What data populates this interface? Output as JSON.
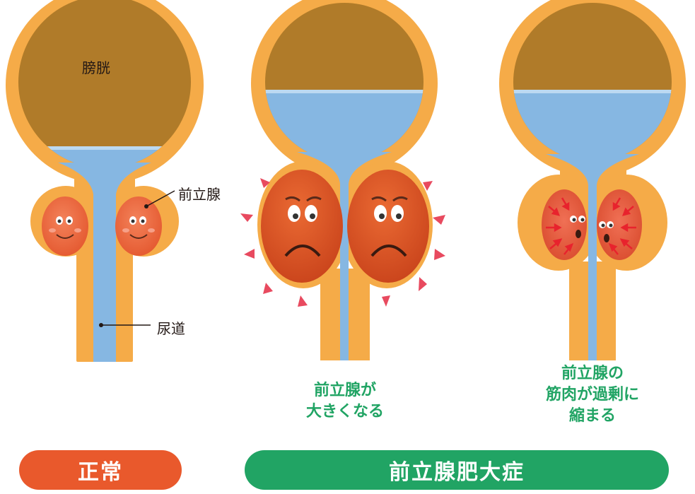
{
  "labels": {
    "bladder": "膀胱",
    "prostate": "前立腺",
    "urethra": "尿道"
  },
  "captions": {
    "enlarged": [
      "前立腺が",
      "大きくなる"
    ],
    "muscle": [
      "前立腺の",
      "筋肉が過剰に",
      "縮まる"
    ]
  },
  "buttons": {
    "normal": "正常",
    "bph": "前立腺肥大症"
  },
  "colors": {
    "wall": "#f5ab48",
    "urine_dark": "#b07b29",
    "urine_blue": "#86b7e2",
    "gland": "#e8623c",
    "normal_pill": "#e9592c",
    "bph_pill": "#21a464",
    "caption": "#21a464"
  }
}
